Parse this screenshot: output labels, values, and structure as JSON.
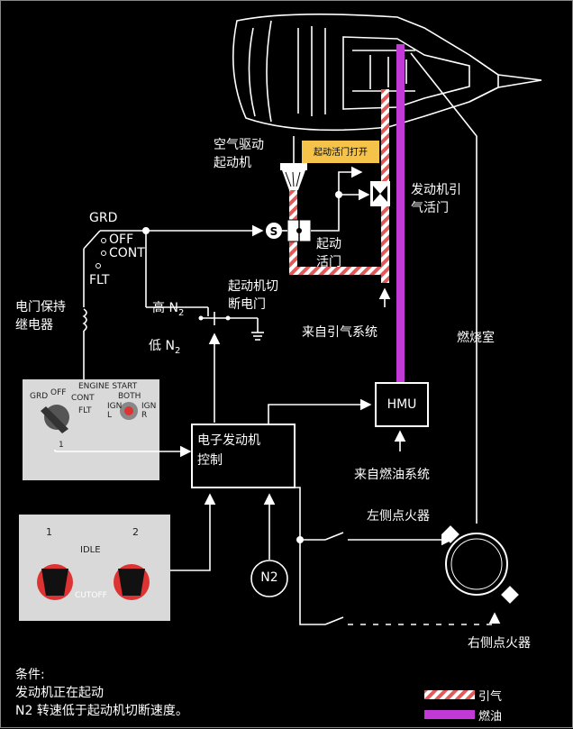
{
  "labels": {
    "starter_motor": [
      "空气驱动",
      "起动机"
    ],
    "valve_open": "起动活门打开",
    "bleed_valve": [
      "发动机引",
      "气活门"
    ],
    "grd": "GRD",
    "off": "OFF",
    "cont": "CONT",
    "flt": "FLT",
    "s_symbol": "S",
    "start_valve": [
      "起动",
      "活门"
    ],
    "cutout_valve": [
      "起动机切",
      "断电门"
    ],
    "hold_relay": [
      "电门保持",
      "继电器"
    ],
    "high_n2": "高 N",
    "low_n2": "低 N",
    "n2_sub": "2",
    "from_bleed": "来自引气系统",
    "combustor": "燃烧室",
    "hmu": "HMU",
    "eec": [
      "电子发动机",
      "控制"
    ],
    "from_fuel": "来自燃油系统",
    "left_igniter": "左侧点火器",
    "right_igniter": "右侧点火器",
    "n2": "N2"
  },
  "engine_start_panel": {
    "title": "ENGINE START",
    "grd": "GRD",
    "off": "OFF",
    "cont": "CONT",
    "flt": "FLT",
    "both": "BOTH",
    "ign_l": [
      "IGN",
      "L"
    ],
    "ign_r": [
      "IGN",
      "R"
    ],
    "num": "1"
  },
  "lever_panel": {
    "one": "1",
    "two": "2",
    "idle": "IDLE",
    "cutoff": "CUTOFF"
  },
  "conditions": {
    "title": "条件:",
    "line1": "发动机正在起动",
    "line2": "N2 转速低于起动机切断速度。"
  },
  "legend": [
    {
      "label": "引气",
      "color": "#e05a5a"
    },
    {
      "label": "燃油",
      "color": "#c23ad6"
    }
  ],
  "colors": {
    "bleed": "#e05a5a",
    "fuel": "#c23ad6",
    "valve_highlight": "#f5c24a",
    "panel": "#d9d9d9"
  }
}
